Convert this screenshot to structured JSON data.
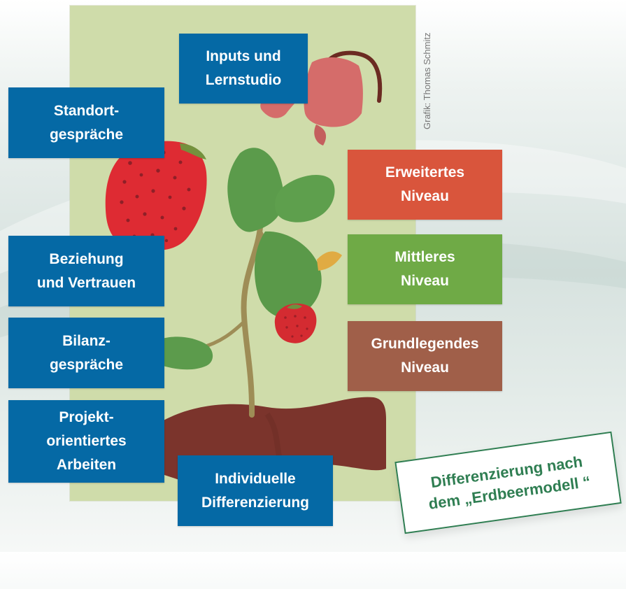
{
  "credit_text": "Grafik: Thomas Schmitz",
  "boxes": {
    "inputs": "Inputs und\nLernstudio",
    "standort": "Standort-\ngespräche",
    "beziehung": "Beziehung\nund Vertrauen",
    "bilanz": "Bilanz-\ngespräche",
    "projekt": "Projekt-\norientiertes\nArbeiten",
    "individuelle": "Individuelle\nDifferenzierung",
    "erweitertes": "Erweitertes\nNiveau",
    "mittleres": "Mittleres\nNiveau",
    "grundlegendes": "Grundlegendes\nNiveau"
  },
  "sticker_text": "Differenzierung nach\ndem „Erdbeermodell “",
  "colors": {
    "blue": "#0569a5",
    "orange": "#d9553c",
    "green": "#6faa46",
    "brown": "#a05f49",
    "poster": "#cfdcaa",
    "sticker_border": "#2f7e52"
  },
  "icons": {
    "watering_can": "watering-can-icon",
    "large_strawberry": "large-strawberry-icon",
    "small_strawberry": "small-strawberry-icon",
    "plant": "strawberry-plant-icon",
    "soil": "soil-mound-icon"
  }
}
